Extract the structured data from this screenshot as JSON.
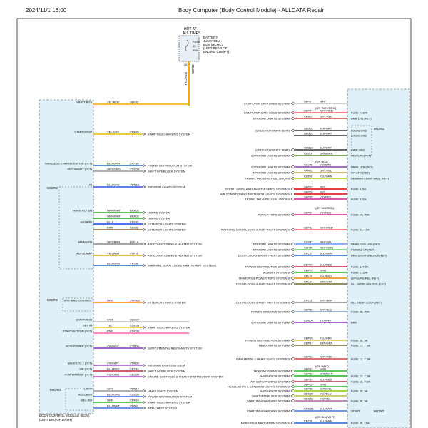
{
  "header": {
    "timestamp": "2024/11/1 16:00",
    "title": "Body Computer (Body Control Module) - ALLDATA Repair"
  },
  "fuse_block": {
    "top_label": [
      "HOT AT",
      "ALL TIMES"
    ],
    "fuse_label": [
      "FUSE",
      "40",
      "60A"
    ],
    "box_label": [
      "BATTERY",
      "JUNCTION",
      "BOX (BCMC)",
      "(LEFT REAR OF",
      "ENGINE COMPT)"
    ],
    "wire_color": "YEL/RED",
    "wire_code": "SBF32",
    "pin": "36"
  },
  "bcm_box_label": [
    "BODY CONTROL MODULE (BCM)",
    "(LEFT END OF DASH)"
  ],
  "left_wires": [
    {
      "func": "VBATT BUS",
      "color": "YEL/RED",
      "code": "SBF32",
      "dest": "",
      "hex": "#f2a900"
    },
    {
      "func": "START/STOP",
      "color": "YEL/GRY",
      "code": "CPK35",
      "dest": "STARTING/CHARGING SYSTEM",
      "hex": "#e0c000"
    },
    {
      "func": "WIRELESS CHARGE EN. O/P (FET)",
      "color": "BLU/GRN",
      "code": "CRT30",
      "dest": "POWER DISTRIBUTION SYSTEM",
      "hex": "#2266cc"
    },
    {
      "func": "KEY INHIBIT (FET)",
      "color": "GRY/ORG",
      "code": "CDC38",
      "dest": "SHIFT INTERLOCK SYSTEM",
      "hex": "#999999"
    },
    {
      "func": "LIN",
      "color": "BLU/GRY",
      "code": "VDN15",
      "dest": "INTERIOR LIGHTS SYSTEM",
      "hex": "#3355dd"
    },
    {
      "func": "HORN RLY EN",
      "color": "GRN/WHT",
      "code": "RRK02",
      "dest": "HORNS SYSTEM",
      "hex": "#22aa22"
    },
    {
      "func": "",
      "color": "GRN/WHT",
      "code": "RRK02",
      "dest": "HORNS SYSTEM",
      "hex": "#22aa22"
    },
    {
      "func": "HAZARD",
      "color": "BLU",
      "code": "CLS32",
      "dest": "EXTERIOR LIGHTS SYSTEM",
      "hex": "#1144ee"
    },
    {
      "func": "",
      "color": "BRN",
      "code": "CLS32",
      "dest": "EXTERIOR LIGHTS SYSTEM",
      "hex": "#8b5a2b"
    },
    {
      "func": "MAIN HTN",
      "color": "GRY/BRN",
      "code": "RLF14",
      "dest": "AIR CONDITIONING & HEATER SYSTEM",
      "hex": "#888888"
    },
    {
      "func": "AUTOLAMP",
      "color": "YEL/WHT",
      "code": "VLF16",
      "dest": "AIR CONDITIONING & HEATER SYSTEM",
      "hex": "#d4b000"
    },
    {
      "func": "",
      "color": "BLU/GRN",
      "code": "VPL08",
      "dest": "WARNING, DOOR LOCKS & ANTI-THEFT SYSTEMS",
      "hex": "#2266cc"
    },
    {
      "func": "WIG WAG CONTROL",
      "color": "ORG",
      "code": "ZN0302",
      "dest": "EXTERIOR LIGHTS SYSTEM",
      "hex": "#ff8800"
    },
    {
      "func": "START/RUN",
      "color": "WHT",
      "code": "CDC34",
      "dest": "",
      "hex": "#bbbbbb"
    },
    {
      "func": "KEY IN",
      "color": "YEL",
      "code": "CDC35",
      "dest": "STARTING/CHARGING SYSTEM",
      "hex": "#e8d000"
    },
    {
      "func": "START BUTTON (FET)",
      "color": "PNK",
      "code": "CDC36",
      "dest": "",
      "hex": "#ff66aa"
    },
    {
      "func": "RCM POWER (FET)",
      "color": "VIO/WHT",
      "code": "CTR04",
      "dest": "SUPPLEMENTAL RESTRAINTS SYSTEM",
      "hex": "#8833cc"
    },
    {
      "func": "BACK LTG 1 (FET)",
      "color": "VIO/GRY",
      "code": "VDN30",
      "dest": "INTERIOR LIGHTS SYSTEM",
      "hex": "#9955cc"
    },
    {
      "func": "SIB (FET)",
      "color": "BLU/RED",
      "code": "CET33",
      "dest": "SHIFT INTERLOCK SYSTEM",
      "hex": "#cc2244"
    },
    {
      "func": "PCM WAKEUP (FET)",
      "color": "VIO/ORG",
      "code": "CEU38",
      "dest": "ENGINE CONTROLS & POWER DISTRIBUTION SYSTEM",
      "hex": "#aa44cc"
    },
    {
      "func": "LIN IT",
      "color": "GRY",
      "code": "VDN17",
      "dest": "HEADLIGHTS SYSTEM",
      "hex": "#999999"
    },
    {
      "func": "ACCUBUS",
      "color": "BLU/ORG",
      "code": "CDC30",
      "dest": "POWER DISTRIBUTION SYSTEM",
      "hex": "#3366ee"
    },
    {
      "func": "ENG SW",
      "color": "GRN",
      "code": "CPK34",
      "dest": "STARTING/CHARGING SYSTEM",
      "hex": "#22bb22"
    },
    {
      "func": "",
      "color": "BLU/WHT",
      "code": "VDN31",
      "dest": "ANTI-THEFT SYSTEM",
      "hex": "#4477dd"
    }
  ],
  "right_wires": [
    {
      "sys": "COMPUTER DATA LINES SYSTEM",
      "code": "SBP07",
      "color": "WHT",
      "pin": "",
      "fuse": "",
      "hex": "#bbbbbb"
    },
    {
      "sys": "COMPUTER DATA LINES SYSTEM",
      "code": "SBP07",
      "color": "WHT/RED",
      "pin": "",
      "fuse": "FUSE 7, 10A",
      "hex": "#ff5566"
    },
    {
      "sys": "INTERIOR LIGHTS SYSTEM",
      "code": "CBS07",
      "color": "GRY/RED",
      "pin": "",
      "fuse": "AMB LTG (FET)",
      "hex": "#cc4444"
    },
    {
      "sys": "(UNDER DRIVER'S SEAT)",
      "code": "GD362",
      "color": "BLK/GRY",
      "pin": "",
      "fuse": "LOGIC GND",
      "hex": "#333333"
    },
    {
      "sys": "",
      "code": "GD362",
      "color": "BLK/GRY",
      "pin": "",
      "fuse": "LOGIC GND",
      "hex": "#333333"
    },
    {
      "sys": "(UNDER DRIVER'S SEAT)",
      "code": "GD362",
      "color": "BLK/GRY",
      "pin": "",
      "fuse": "PWR GND",
      "hex": "#333333"
    },
    {
      "sys": "EXTERIOR LIGHTS SYSTEM",
      "code": "CLS10",
      "color": "GRN/BRN",
      "pin": "",
      "fuse": "REV LPS (FET)",
      "hex": "#558822"
    },
    {
      "sys": "EXTERIOR LIGHTS SYSTEM",
      "code": "CLS05",
      "color": "VIO/BRN",
      "pin": "",
      "fuse": "PARK LPS (FET)",
      "hex": "#8844aa"
    },
    {
      "sys": "INTERIOR LIGHTS SYSTEM",
      "code": "VAN03",
      "color": "GRY/YEL",
      "pin": "",
      "fuse": "INT LTG (FET)",
      "hex": "#bbaa44"
    },
    {
      "sys": "TRUNK, TAILGATE, FUEL DOORS",
      "code": "CL959",
      "color": "YEL/GRN",
      "pin": "",
      "fuse": "DEMAND LIGHT SAVE (FET)",
      "hex": "#aacc00"
    },
    {
      "sys": "DOOR LOCKS, ANTI-THEFT & SEATS SYSTEMS",
      "code": "SBP23",
      "color": "RED",
      "pin": "",
      "fuse": "FUSE 8, 5A",
      "hex": "#dd0000"
    },
    {
      "sys": "AIR CONDITIONING & INTERIOR LIGHTS SYSTEMS",
      "code": "SBP20",
      "color": "RED",
      "pin": "",
      "fuse": "",
      "hex": "#dd0000"
    },
    {
      "sys": "TRUNK, TAILGATE, FUEL DOORS",
      "code": "SBP59",
      "color": "VIO/RED",
      "pin": "",
      "fuse": "FUSE 9, 5A",
      "hex": "#cc2288"
    },
    {
      "sys": "POWER TOPS SYSTEM",
      "code": "SBP24",
      "color": "VIO/RED",
      "pin": "",
      "fuse": "FUSE 24, 30A",
      "hex": "#cc2288"
    },
    {
      "sys": "WARNING, DOOR LOCKS & ANTI-THEFT SYSTEMS",
      "code": "SBP31",
      "color": "WHT/RED",
      "pin": "",
      "fuse": "FUSE 31, 15A",
      "hex": "#ff5566"
    },
    {
      "sys": "INTERIOR LIGHTS SYSTEM",
      "code": "CLS37",
      "color": "WHT/BLU",
      "pin": "",
      "fuse": "REAR FOG LPS (FET)",
      "hex": "#6699ff"
    },
    {
      "sys": "INTERIOR LIGHTS SYSTEM",
      "code": "CLN05",
      "color": "WHT/GRN",
      "pin": "",
      "fuse": "PUDDLE LP (FET)",
      "hex": "#66cc66"
    },
    {
      "sys": "DOOR LOCKS & ANTI-THEFT SYSTEM",
      "code": "CPL51",
      "color": "BLU/GRN",
      "pin": "",
      "fuse": "DRV DOOR UNLOCK (FET)",
      "hex": "#2266cc"
    },
    {
      "sys": "POWER DISTRIBUTION SYSTEM",
      "code": "SBP03",
      "color": "BLU/RED",
      "pin": "",
      "fuse": "FUSE 3, 7.5A",
      "hex": "#cc2244"
    },
    {
      "sys": "MEMORY SYSTEMS",
      "code": "CBP02",
      "color": "GRN",
      "pin": "",
      "fuse": "FUSE 2, 10A",
      "hex": "#22bb22"
    },
    {
      "sys": "MIRRORS & POWER TOPS SYSTEMS",
      "code": "CPL79",
      "color": "YEL/RED",
      "pin": "",
      "fuse": "LIFTGATE REL (FET)",
      "hex": "#ee8800"
    },
    {
      "sys": "DOOR LOCKS & ANTI-THEFT SYSTEMS",
      "code": "CPL54",
      "color": "BRN/GRN",
      "pin": "",
      "fuse": "ALL DOOR UNLOCK (FET)",
      "hex": "#776633"
    },
    {
      "sys": "DOOR LOCKS & ANTI-THEFT SYSTEMS",
      "code": "CPL11",
      "color": "GRY/BRN",
      "pin": "",
      "fuse": "ALL DOOR LOCK (FET)",
      "hex": "#888888"
    },
    {
      "sys": "POWER WINDOWS SYSTEM",
      "code": "SBP38",
      "color": "GRY/BLU",
      "pin": "",
      "fuse": "FUSE 38, 30A",
      "hex": "#7799bb"
    },
    {
      "sys": "EXTERIOR LIGHTS SYSTEM",
      "code": "CDS06",
      "color": "VIO/WHT",
      "pin": "",
      "fuse": "BRK",
      "hex": "#8833cc"
    },
    {
      "sys": "POWER DISTRIBUTION SYSTEM",
      "code": "CBP35",
      "color": "YEL/GRY",
      "pin": "",
      "fuse": "FUSE 35, 5A",
      "hex": "#d4c040"
    },
    {
      "sys": "HEADLIGHTS SYSTEM",
      "code": "CBP17",
      "color": "BRN/GRN",
      "pin": "",
      "fuse": "FUSE 17, 7.5A",
      "hex": "#776633"
    },
    {
      "sys": "NAVIGATION & HEADLIGHTS SYSTEMS",
      "code": "SBP13",
      "color": "GRY/RED",
      "pin": "",
      "fuse": "FUSE 13, 7.5A",
      "hex": "#cc4444"
    },
    {
      "sys": "TRANSMISSIONS SYSTEM",
      "code": "SBP13",
      "color": "GRN",
      "pin": "",
      "fuse": "",
      "hex": "#22bb22"
    },
    {
      "sys": "NAVIGATION SYSTEM",
      "code": "SBP12",
      "color": "GRN/WHT",
      "pin": "",
      "fuse": "FUSE 12, 7.5A",
      "hex": "#22aa22"
    },
    {
      "sys": "AIR CONDITIONING SYSTEM",
      "code": "SBP19",
      "color": "BLU/RED",
      "pin": "",
      "fuse": "FUSE 19, 7.5A",
      "hex": "#cc2244"
    },
    {
      "sys": "HEADLIGHTS & EXTERIOR LIGHTS SYSTEMS",
      "code": "SBP20",
      "color": "GRN",
      "pin": "",
      "fuse": "",
      "hex": "#22bb22"
    },
    {
      "sys": "NAVIGATION SYSTEM",
      "code": "SBP20",
      "color": "GRN/YEL",
      "pin": "",
      "fuse": "FUSE 20, 5A",
      "hex": "#88cc00"
    },
    {
      "sys": "SHIFT INTERLOCK SYSTEM",
      "code": "CDC39",
      "color": "YEL/BLU",
      "pin": "",
      "fuse": "",
      "hex": "#bbbb44"
    },
    {
      "sys": "STARTING/CHARGING SYSTEM",
      "code": "CDC31",
      "color": "VIO/YEL",
      "pin": "",
      "fuse": "FUSE 30, 5A",
      "hex": "#aa66aa"
    },
    {
      "sys": "STARTING/CHARGING SYSTEM",
      "code": "CDC35",
      "color": "BLU/WHT",
      "pin": "",
      "fuse": "START",
      "hex": "#4477dd"
    },
    {
      "sys": "MIRRORS & NAVIGATION SYSTEMS",
      "code": "CB736",
      "color": "BLU/GRN",
      "pin": "",
      "fuse": "FUSE 30, 15A",
      "hex": "#2266cc"
    }
  ],
  "right_notes": [
    "(OR WHT/ORG)",
    "(OR BLU)",
    "(OR VIO/RED)",
    "(OR WHT)",
    "(OR BLU/WHT)"
  ],
  "micro_labels": {
    "left1": "MICRO",
    "left2": "MICRO",
    "left3": "MICRO",
    "right1": "MICRO",
    "right2": "MICRO"
  }
}
